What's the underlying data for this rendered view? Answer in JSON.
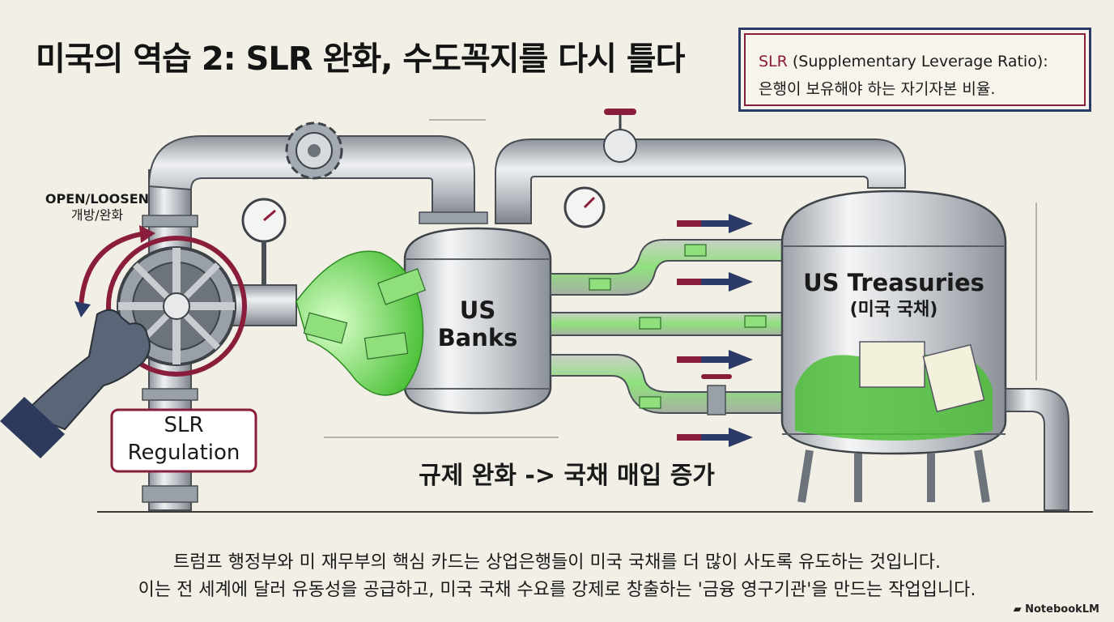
{
  "title": "미국의 역습 2: SLR 완화, 수도꼭지를 다시 틀다",
  "definition": {
    "term": "SLR",
    "term_full": " (Supplementary Leverage Ratio):",
    "meaning": "은행이 보유해야 하는 자기자본 비율."
  },
  "valve": {
    "action_en": "OPEN/LOOSEN",
    "action_ko": "개방/완화",
    "label_line1": "SLR",
    "label_line2": "Regulation"
  },
  "banks": {
    "line1": "US",
    "line2": "Banks"
  },
  "treasuries": {
    "line1": "US Treasuries",
    "line2": "(미국 국채)"
  },
  "flow_label": "규제 완화 -> 국채 매입 증가",
  "footer": {
    "line1": "트럼프 행정부와 미 재무부의 핵심 카드는 상업은행들이 미국 국채를 더 많이 사도록 유도하는 것입니다.",
    "line2": "이는 전 세계에 달러 유동성을 공급하고, 미국 국채 수요를 강제로 창출하는 '금융 영구기관'을 만드는 작업입니다."
  },
  "brand": "NotebookLM",
  "colors": {
    "steel": "#b9bec4",
    "navy": "#2b3a66",
    "crimson": "#8a1d3b",
    "money": "#5fcf4f"
  }
}
